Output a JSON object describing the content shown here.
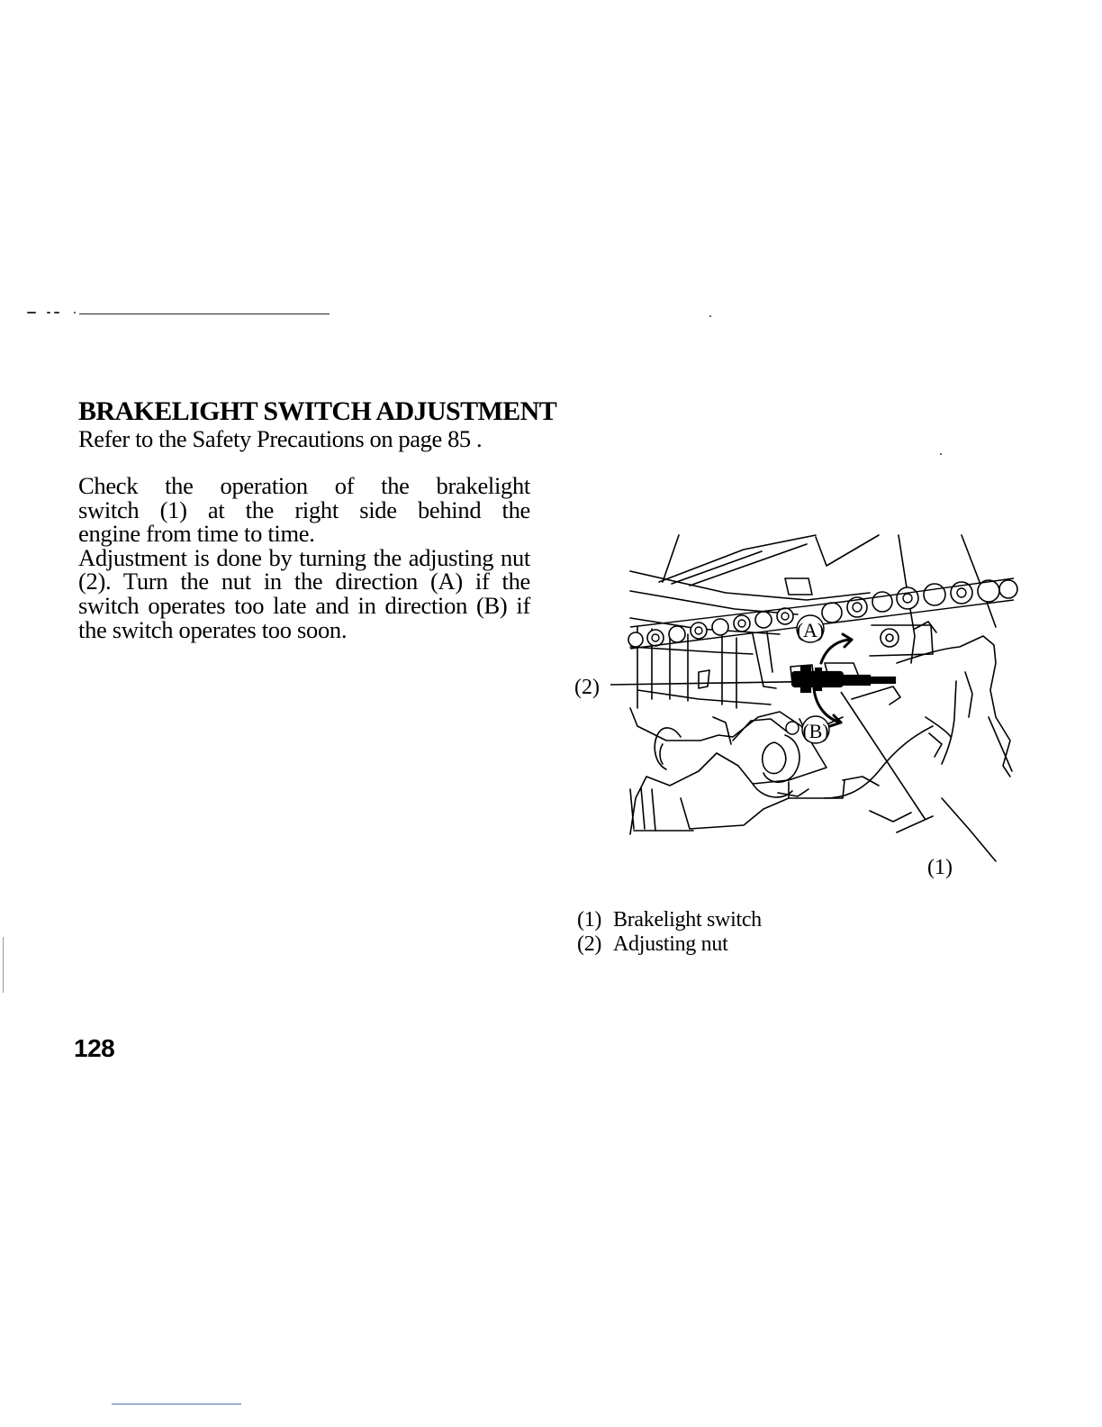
{
  "section": {
    "heading": "BRAKELIGHT SWITCH ADJUSTMENT",
    "reference": "Refer to the Safety Precautions on page 85 ."
  },
  "body": {
    "line1": "Check the operation of the brakelight",
    "line2": "switch (1) at the right side behind the",
    "line3": "engine from time to time.",
    "para2": "Adjustment is done by turning the adjusting nut (2). Turn the nut in the direction (A) if the switch operates too late and in direction (B) if the switch operates too soon."
  },
  "figure": {
    "callout_1": "(1)",
    "callout_2": "(2)",
    "direction_a": "(A)",
    "direction_b": "(B)"
  },
  "captions": [
    {
      "num": "(1)",
      "label": "Brakelight switch"
    },
    {
      "num": "(2)",
      "label": "Adjusting nut"
    }
  ],
  "page_number": "128"
}
